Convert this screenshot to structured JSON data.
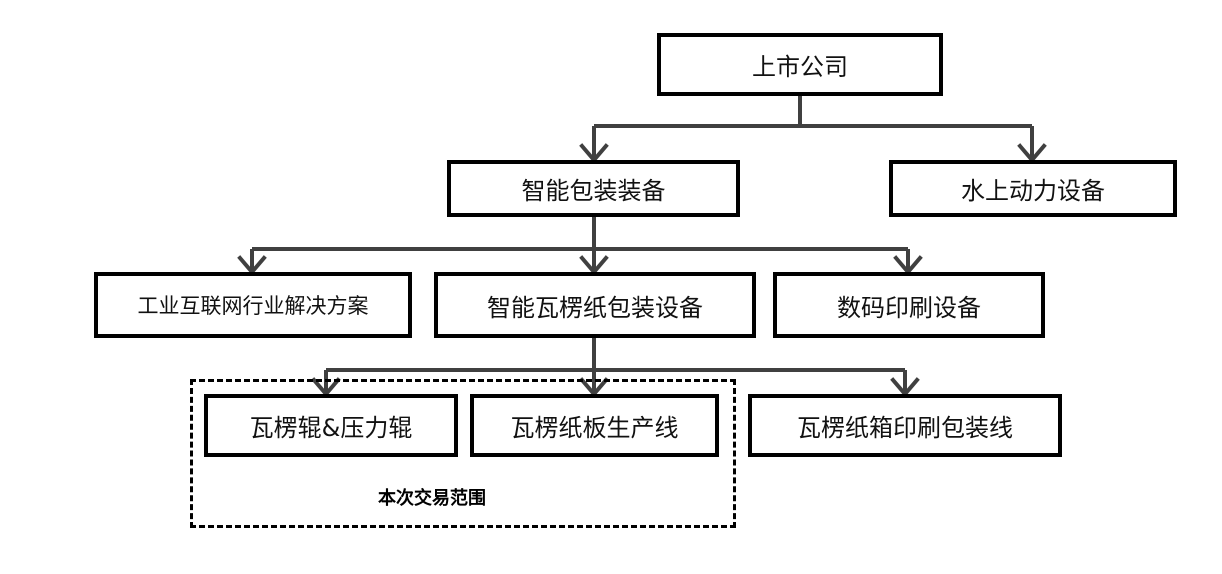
{
  "nodes": {
    "listed_company": "上市公司",
    "smart_packaging": "智能包装装备",
    "marine_power": "水上动力设备",
    "industrial_internet": "工业互联网行业解决方案",
    "corrugated_equipment": "智能瓦楞纸包装设备",
    "digital_printing": "数码印刷设备",
    "corrugated_roller": "瓦楞辊&压力辊",
    "corrugated_line": "瓦楞纸板生产线",
    "carton_printing_line": "瓦楞纸箱印刷包装线"
  },
  "group": {
    "label": "本次交易范围"
  },
  "colors": {
    "border": "#000000",
    "connector": "#404040",
    "background": "#ffffff"
  }
}
